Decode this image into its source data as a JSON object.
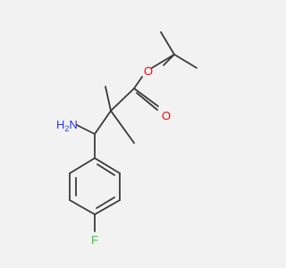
{
  "colors": {
    "background": "#f2f2f2",
    "bond": "#3a3a3a",
    "nitrogen": "#2233ff",
    "oxygen": "#ff0000",
    "fluorine": "#33cc33"
  },
  "atoms": {
    "amine": "H2N",
    "amine_h": "H",
    "amine_sub": "2",
    "amine_n": "N",
    "ester_o": "O",
    "carbonyl_o": "O",
    "fluorine": "F"
  }
}
